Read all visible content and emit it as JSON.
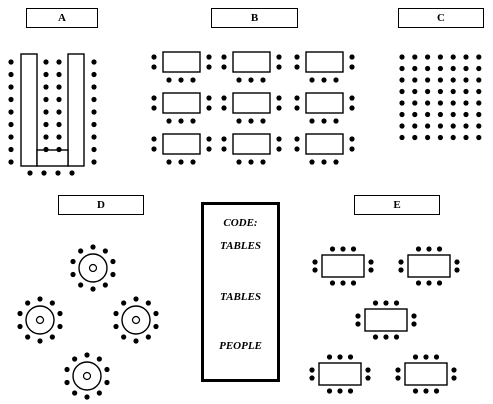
{
  "sections": {
    "a": "A",
    "b": "B",
    "c": "C",
    "d": "D",
    "e": "E"
  },
  "legend": {
    "code": "CODE:",
    "tables_rect": "TABLES",
    "tables_round": "TABLES",
    "people": "PEOPLE"
  },
  "colors": {
    "ink": "#000000",
    "paper": "#ffffff"
  }
}
